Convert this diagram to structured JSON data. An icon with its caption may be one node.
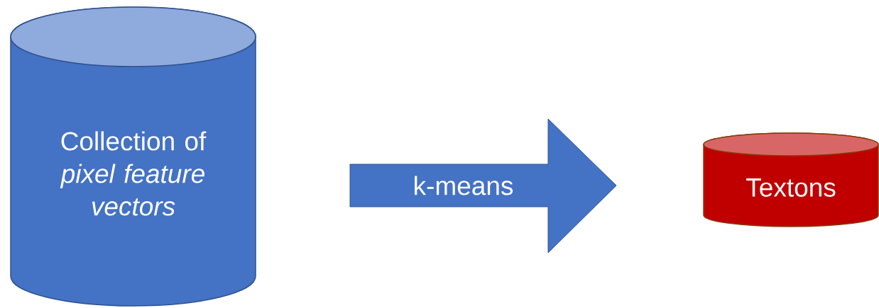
{
  "diagram": {
    "nodes": [
      {
        "text": [
          "Collection of *pixel feature vectors*"
        ]
      },
      {
        "text": [
          "k-means"
        ]
      },
      {
        "text": [
          "Textons"
        ]
      }
    ]
  }
}
